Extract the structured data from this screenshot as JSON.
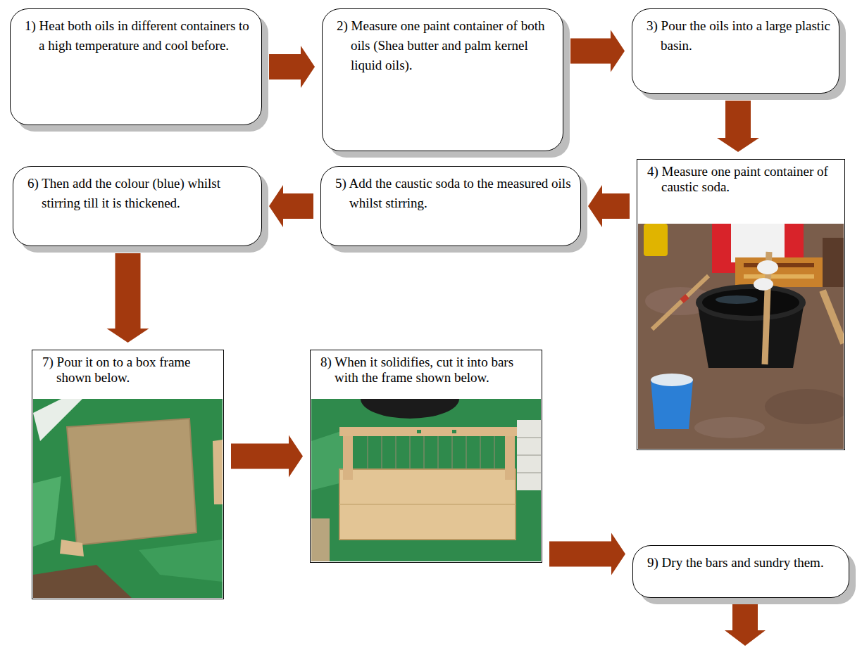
{
  "diagram": {
    "nodes": [
      {
        "text": [
          "1) Heat both oils in different containers to a high temperature and cool before."
        ]
      },
      {
        "text": [
          "2) Measure one paint container of both oils (Shea butter and palm kernel liquid oils)."
        ]
      },
      {
        "text": [
          "3) Pour the oils into a large plastic basin."
        ]
      },
      {
        "text": [
          "4) Measure one paint container of caustic soda."
        ]
      },
      {
        "text": [
          "5) Add the caustic soda to the measured oils whilst stirring."
        ]
      },
      {
        "text": [
          "6) Then add the colour (blue) whilst stirring till it is thickened."
        ]
      },
      {
        "text": [
          "7) Pour it on to a box frame shown below."
        ]
      },
      {
        "text": [
          "8) When it solidifies, cut it into bars with the frame shown below."
        ]
      },
      {
        "text": [
          "9) Dry the bars and sundry them."
        ]
      }
    ],
    "edges": [
      {
        "from": 0,
        "to": 1,
        "arrow": "to"
      },
      {
        "from": 1,
        "to": 2,
        "arrow": "to"
      },
      {
        "from": 2,
        "to": 3,
        "arrow": "to"
      },
      {
        "from": 3,
        "to": 4,
        "arrow": "to"
      },
      {
        "from": 4,
        "to": 5,
        "arrow": "to"
      },
      {
        "from": 5,
        "to": 6,
        "arrow": "to"
      },
      {
        "from": 6,
        "to": 7,
        "arrow": "to"
      },
      {
        "from": 7,
        "to": 8,
        "arrow": "to"
      }
    ]
  }
}
